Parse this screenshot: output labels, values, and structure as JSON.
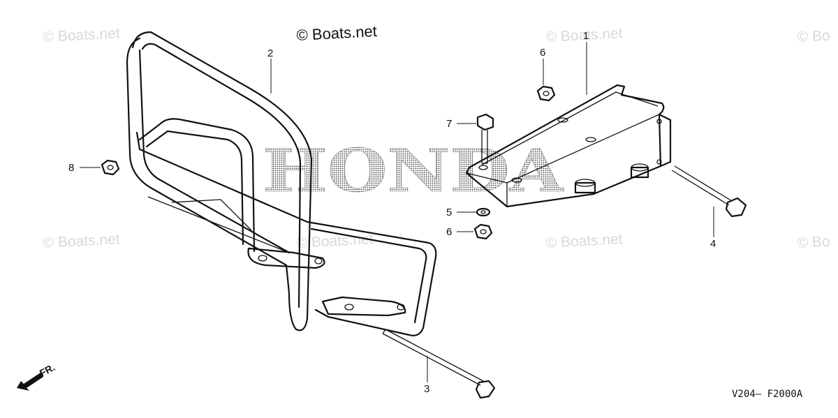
{
  "watermark": {
    "main": "© Boats.net",
    "faint": "© Boats.net",
    "faint_cut": "© Bo"
  },
  "brand_logo": "HONDA",
  "diagram_code": "V204— F2000A",
  "direction_label": "FR.",
  "callouts": [
    {
      "id": "callout-1",
      "label": "1"
    },
    {
      "id": "callout-2",
      "label": "2"
    },
    {
      "id": "callout-3",
      "label": "3"
    },
    {
      "id": "callout-4",
      "label": "4"
    },
    {
      "id": "callout-5",
      "label": "5"
    },
    {
      "id": "callout-6a",
      "label": "6"
    },
    {
      "id": "callout-6b",
      "label": "6"
    },
    {
      "id": "callout-7",
      "label": "7"
    },
    {
      "id": "callout-8",
      "label": "8"
    }
  ]
}
